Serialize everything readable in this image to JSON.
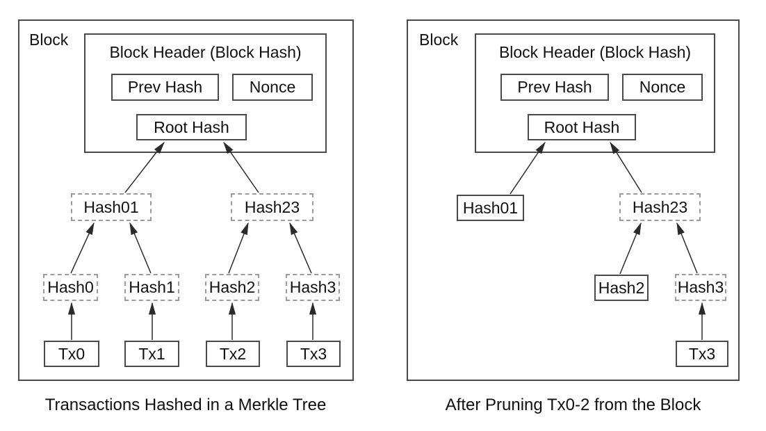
{
  "colors": {
    "background": "#ffffff",
    "solid_border": "#4a4a4a",
    "dashed_border": "#9b9b9b",
    "arrow": "#2b2b2b",
    "text": "#101010"
  },
  "left_diagram": {
    "block_label": "Block",
    "header_title": "Block Header (Block Hash)",
    "prev_hash_label": "Prev Hash",
    "nonce_label": "Nonce",
    "root_hash_label": "Root Hash",
    "hash01_label": "Hash01",
    "hash23_label": "Hash23",
    "hash0_label": "Hash0",
    "hash1_label": "Hash1",
    "hash2_label": "Hash2",
    "hash3_label": "Hash3",
    "tx0_label": "Tx0",
    "tx1_label": "Tx1",
    "tx2_label": "Tx2",
    "tx3_label": "Tx3",
    "caption": "Transactions Hashed in a Merkle Tree"
  },
  "right_diagram": {
    "block_label": "Block",
    "header_title": "Block Header (Block Hash)",
    "prev_hash_label": "Prev Hash",
    "nonce_label": "Nonce",
    "root_hash_label": "Root Hash",
    "hash01_label": "Hash01",
    "hash23_label": "Hash23",
    "hash2_label": "Hash2",
    "hash3_label": "Hash3",
    "tx3_label": "Tx3",
    "caption": "After Pruning Tx0-2 from the Block"
  }
}
